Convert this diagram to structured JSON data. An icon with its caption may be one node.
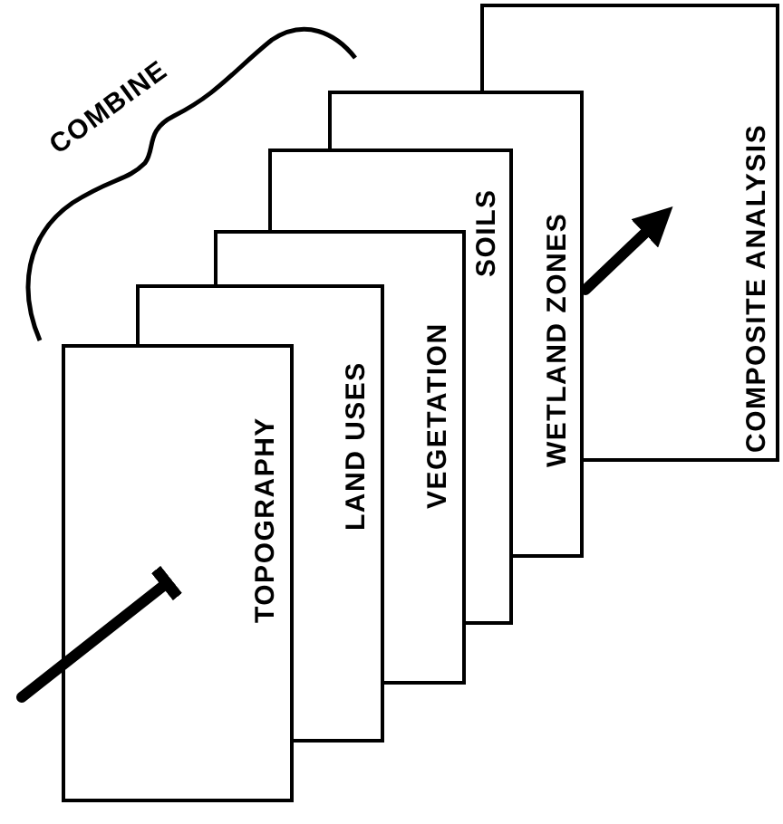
{
  "diagram": {
    "nodes": [
      {
        "text": [
          "TOPOGRAPHY"
        ]
      },
      {
        "text": [
          "LAND USES"
        ]
      },
      {
        "text": [
          "VEGETATION"
        ]
      },
      {
        "text": [
          "SOILS"
        ]
      },
      {
        "text": [
          "WETLAND ZONES"
        ]
      },
      {
        "text": [
          "COMPOSITE ANALYSIS"
        ]
      }
    ],
    "edges": [
      {
        "from": null,
        "to": 0,
        "arrow": "other"
      },
      {
        "from": 4,
        "to": 5,
        "arrow": "to"
      }
    ],
    "labels": [
      "COMBINE"
    ]
  }
}
